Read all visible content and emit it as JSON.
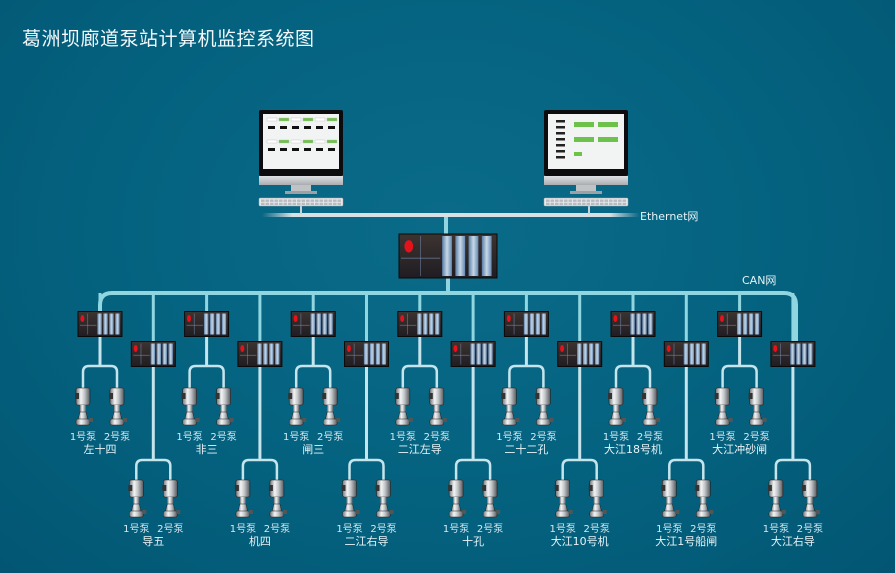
{
  "title": "葛洲坝廊道泵站计算机监控系统图",
  "networks": {
    "ethernet": "Ethernet网",
    "can": "CAN网"
  },
  "workstations": [
    {
      "name": "workstation-left",
      "screen": "dual-panel-status"
    },
    {
      "name": "workstation-right",
      "screen": "control-panel"
    }
  ],
  "colors": {
    "background": "#04607e",
    "can_bus": "#8fd6e0",
    "pipe": "#c5e4ec",
    "ethernet": "#c9d3d8",
    "alarm_led": "#e3121b"
  },
  "pump_labels": [
    "1号泵",
    "2号泵"
  ],
  "stations_top": [
    {
      "name": "左十四"
    },
    {
      "name": "非三"
    },
    {
      "name": "闸三"
    },
    {
      "name": "二江左导"
    },
    {
      "name": "二十二孔"
    },
    {
      "name": "大江18号机"
    },
    {
      "name": "大江冲砂闸"
    }
  ],
  "stations_bottom": [
    {
      "name": "导五"
    },
    {
      "name": "机四"
    },
    {
      "name": "二江右导"
    },
    {
      "name": "十孔"
    },
    {
      "name": "大江10号机"
    },
    {
      "name": "大江1号船闸"
    },
    {
      "name": "大江右导"
    }
  ]
}
